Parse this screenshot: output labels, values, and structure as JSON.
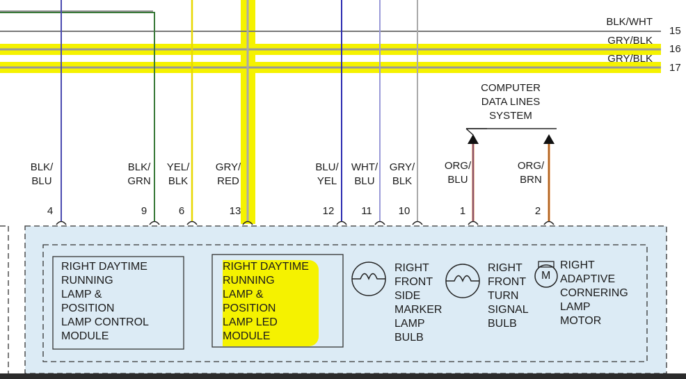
{
  "buses": [
    {
      "name": "BLK/WHT",
      "num": "15"
    },
    {
      "name": "GRY/BLK",
      "num": "16"
    },
    {
      "name": "GRY/BLK",
      "num": "17"
    }
  ],
  "system": "COMPUTER\nDATA LINES\nSYSTEM",
  "wires": [
    {
      "color": "BLK/\nBLU",
      "pin": "4"
    },
    {
      "color": "BLK/\nGRN",
      "pin": "9"
    },
    {
      "color": "YEL/\nBLK",
      "pin": "6"
    },
    {
      "color": "GRY/\nRED",
      "pin": "13"
    },
    {
      "color": "BLU/\nYEL",
      "pin": "12"
    },
    {
      "color": "WHT/\nBLU",
      "pin": "11"
    },
    {
      "color": "GRY/\nBLK",
      "pin": "10"
    },
    {
      "color": "ORG/\nBLU",
      "pin": "1"
    },
    {
      "color": "ORG/\nBRN",
      "pin": "2"
    }
  ],
  "components": {
    "control_module": "RIGHT DAYTIME\nRUNNING\nLAMP &\nPOSITION\nLAMP CONTROL\nMODULE",
    "led_module": "RIGHT DAYTIME\nRUNNING\nLAMP &\nPOSITION\nLAMP LED\nMODULE",
    "side_marker": "RIGHT\nFRONT\nSIDE\nMARKER\nLAMP\nBULB",
    "turn_signal": "RIGHT\nFRONT\nTURN\nSIGNAL\nBULB",
    "motor": "RIGHT\nADAPTIVE\nCORNERING\nLAMP\nMOTOR",
    "motor_symbol": "M"
  },
  "colors": {
    "highlight": "#f5f200",
    "module_fill": "#dcebf5"
  }
}
